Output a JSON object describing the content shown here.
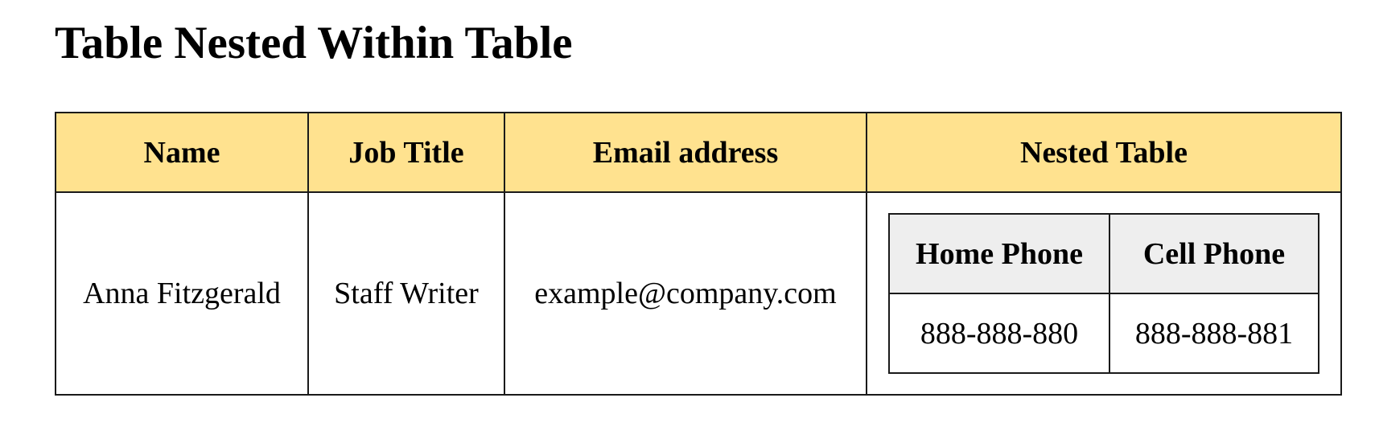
{
  "title": "Table Nested Within Table",
  "colors": {
    "header_background": "#ffe28f",
    "nested_header_background": "#eeeeee",
    "border": "#1a1a1a"
  },
  "table": {
    "headers": [
      "Name",
      "Job Title",
      "Email address",
      "Nested Table"
    ],
    "rows": [
      {
        "name": "Anna Fitzgerald",
        "job_title": "Staff Writer",
        "email": "example@company.com",
        "nested": {
          "headers": [
            "Home Phone",
            "Cell Phone"
          ],
          "rows": [
            [
              "888-888-880",
              "888-888-881"
            ]
          ]
        }
      }
    ]
  }
}
